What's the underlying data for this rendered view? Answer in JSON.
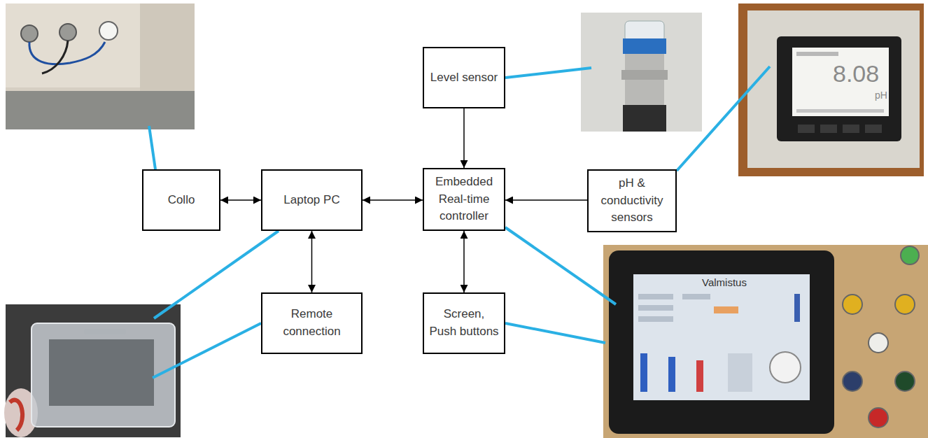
{
  "diagram": {
    "nodes": [
      {
        "text": [
          "Level sensor"
        ]
      },
      {
        "text": [
          "Collo"
        ]
      },
      {
        "text": [
          "Laptop PC"
        ]
      },
      {
        "text": [
          "Embedded Real-time controller"
        ]
      },
      {
        "text": [
          "pH & conductivity sensors"
        ]
      },
      {
        "text": [
          "Remote connection"
        ]
      },
      {
        "text": [
          "Screen, Push buttons"
        ]
      }
    ],
    "edges": [
      {
        "from": 0,
        "to": 3,
        "arrow": "to"
      },
      {
        "from": 1,
        "to": 2,
        "arrow": "both"
      },
      {
        "from": 2,
        "to": 3,
        "arrow": "both"
      },
      {
        "from": 4,
        "to": 3,
        "arrow": "to"
      },
      {
        "from": 2,
        "to": 5,
        "arrow": "both"
      },
      {
        "from": 3,
        "to": 6,
        "arrow": "both"
      }
    ],
    "labels": [
      "8.08",
      "pH",
      "Valmistus"
    ]
  }
}
